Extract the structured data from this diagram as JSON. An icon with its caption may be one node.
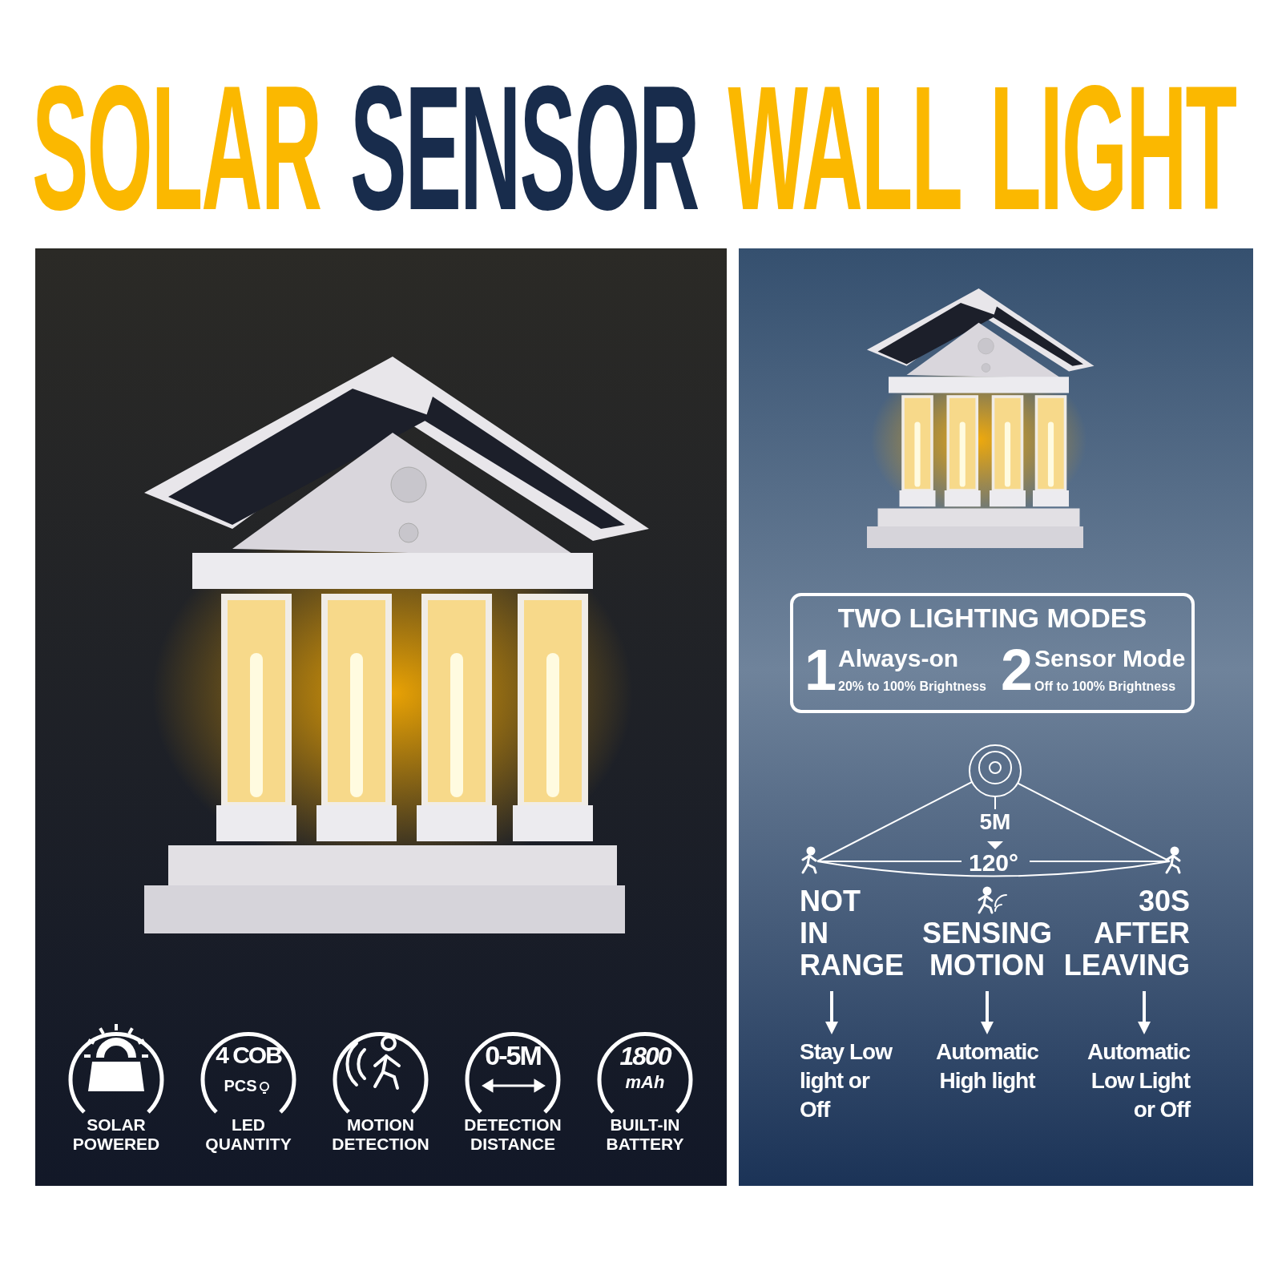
{
  "diagram": {
    "title": "SOLAR SENSOR WALL LIGHT",
    "nodes": [
      {
        "text": [
          "TWO LIGHTING MODES"
        ]
      },
      {
        "text": [
          "1",
          "Always-on",
          "20% to 100% Brightness"
        ],
        "in": 0
      },
      {
        "text": [
          "2",
          "Sensor Mode",
          "Off to 100% Brightness"
        ],
        "in": 0
      },
      {
        "text": [
          "NOT IN RANGE"
        ]
      },
      {
        "text": [
          "SENSING MOTION"
        ]
      },
      {
        "text": [
          "30S AFTER LEAVING"
        ]
      },
      {
        "text": [
          "Stay Low light or Off"
        ]
      },
      {
        "text": [
          "Automatic High light"
        ]
      },
      {
        "text": [
          "Automatic Low Light or Off"
        ]
      }
    ],
    "edges": [
      {
        "from": 3,
        "to": 6,
        "arrow": "to"
      },
      {
        "from": 4,
        "to": 7,
        "arrow": "to"
      },
      {
        "from": 5,
        "to": 8,
        "arrow": "to"
      }
    ],
    "labels": [
      "5M",
      "120°",
      "4 COB",
      "PCS",
      "0-5M",
      "1800",
      "mAh",
      "SOLAR POWERED",
      "LED QUANTITY",
      "MOTION DETECTION",
      "DETECTION DISTANCE",
      "BUILT-IN BATTERY"
    ]
  }
}
